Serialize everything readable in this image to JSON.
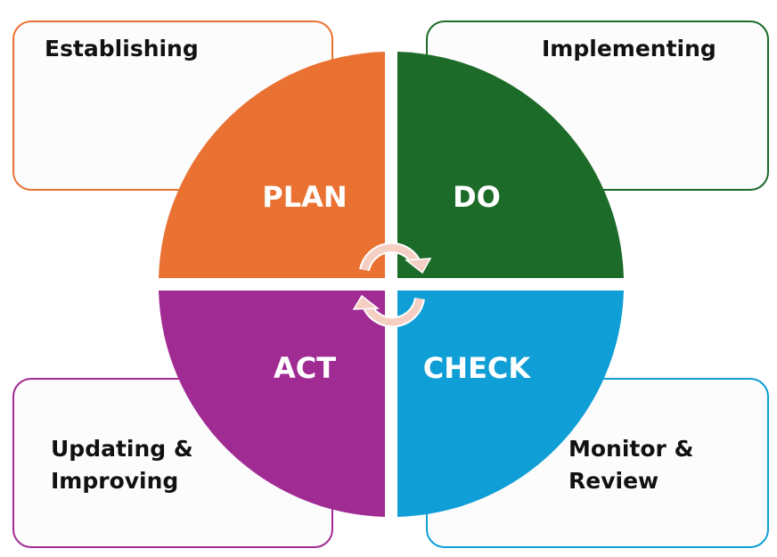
{
  "colors": {
    "plan": "#e97132",
    "do": "#1c6b28",
    "check": "#0f9ed5",
    "act": "#a02b93",
    "arrow": "#f5cfc3"
  },
  "quadrants": {
    "plan": "PLAN",
    "do": "DO",
    "check": "CHECK",
    "act": "ACT"
  },
  "boxes": {
    "plan": [
      "Establishing"
    ],
    "do": [
      "Implementing"
    ],
    "act": [
      "Updating &",
      "Improving"
    ],
    "check": [
      "Monitor &",
      "Review"
    ]
  },
  "icons": {
    "cycle": "cycle-arrows-icon"
  }
}
